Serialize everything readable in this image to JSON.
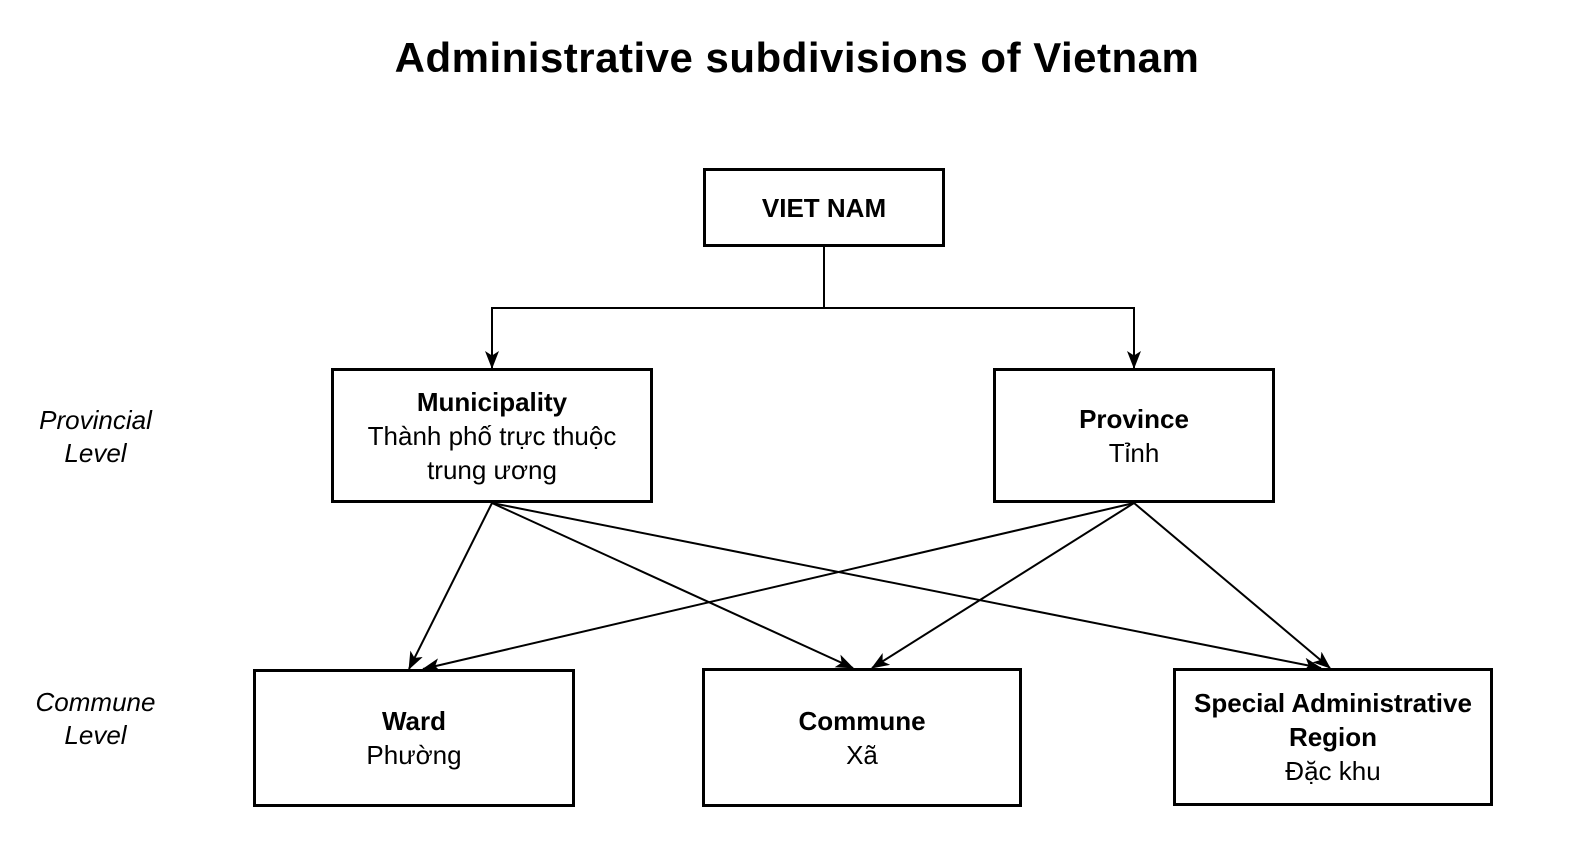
{
  "title": "Administrative subdivisions of Vietnam",
  "colors": {
    "ink": "#000000",
    "background": "#ffffff"
  },
  "level_labels": [
    {
      "line1": "Provincial",
      "line2": "Level"
    },
    {
      "line1": "Commune",
      "line2": "Level"
    }
  ],
  "nodes": {
    "root": {
      "label": "VIET NAM"
    },
    "municipality": {
      "label": "Municipality",
      "sublabel": "Thành phố trực thuộc trung ương"
    },
    "province": {
      "label": "Province",
      "sublabel": "Tỉnh"
    },
    "ward": {
      "label": "Ward",
      "sublabel": "Phường"
    },
    "commune": {
      "label": "Commune",
      "sublabel": "Xã"
    },
    "sar": {
      "label": "Special Administrative Region",
      "sublabel": "Đặc khu"
    }
  },
  "edges": [
    {
      "from": "root",
      "to": "municipality",
      "style": "orthogonal",
      "arrow": true
    },
    {
      "from": "root",
      "to": "province",
      "style": "orthogonal",
      "arrow": true
    },
    {
      "from": "municipality",
      "to": "ward",
      "style": "straight",
      "arrow": true
    },
    {
      "from": "municipality",
      "to": "commune",
      "style": "straight",
      "arrow": true
    },
    {
      "from": "municipality",
      "to": "sar",
      "style": "straight",
      "arrow": true
    },
    {
      "from": "province",
      "to": "ward",
      "style": "straight",
      "arrow": true
    },
    {
      "from": "province",
      "to": "commune",
      "style": "straight",
      "arrow": true
    },
    {
      "from": "province",
      "to": "sar",
      "style": "straight",
      "arrow": true
    }
  ]
}
